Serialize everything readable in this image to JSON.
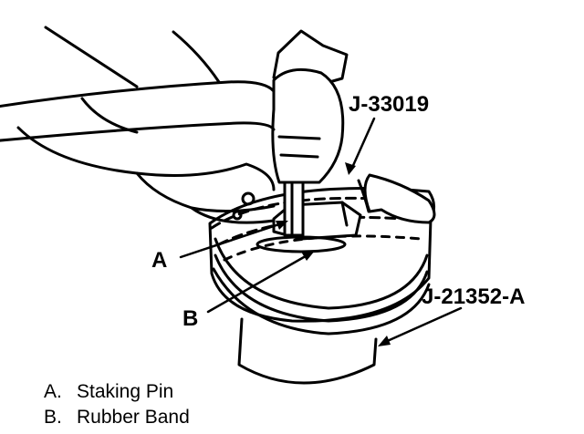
{
  "callouts": {
    "a": "A",
    "b": "B",
    "tool_top": "J-33019",
    "tool_bottom": "J-21352-A"
  },
  "legend": [
    {
      "key": "A.",
      "text": "Staking Pin"
    },
    {
      "key": "B.",
      "text": "Rubber Band"
    }
  ],
  "colors": {
    "ink": "#000000",
    "paper": "#ffffff"
  }
}
